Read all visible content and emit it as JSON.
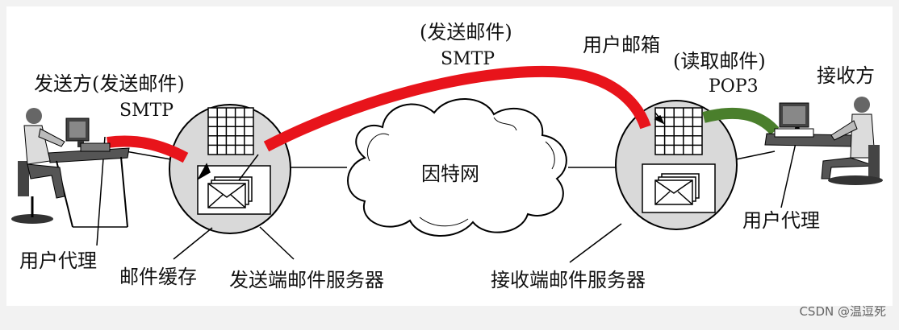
{
  "labels": {
    "sender": "发送方(发送邮件)",
    "sender_protocol": "SMTP",
    "top_action": "(发送邮件)",
    "top_protocol": "SMTP",
    "mailbox": "用户邮箱",
    "read_action": "(读取邮件)",
    "read_protocol": "POP3",
    "receiver": "接收方",
    "internet": "因特网",
    "user_agent_left": "用户代理",
    "mail_buffer": "邮件缓存",
    "send_server": "发送端邮件服务器",
    "recv_server": "接收端邮件服务器",
    "user_agent_right": "用户代理"
  },
  "watermark": "CSDN @温逗死",
  "colors": {
    "smtp_path": "#e8141b",
    "pop3_path": "#4a7f2c",
    "server_fill": "#d9d9d9",
    "background": "#f2f2f2",
    "panel": "#ffffff"
  }
}
